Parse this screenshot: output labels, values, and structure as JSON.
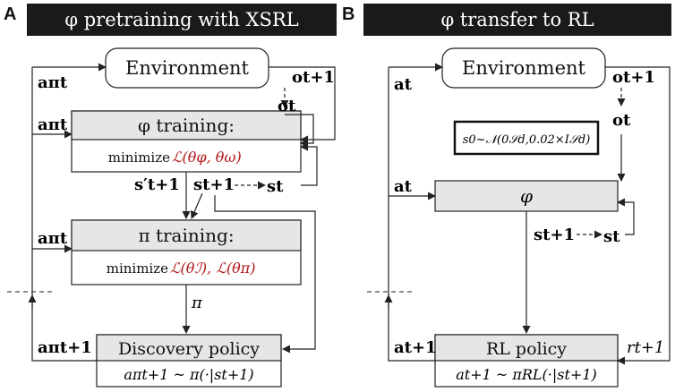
{
  "panel_a": {
    "letter": "A",
    "title": "φ pretraining with XSRL",
    "environment": "Environment",
    "phi_training_title": "φ training:",
    "phi_minimize_prefix": "minimize ",
    "phi_minimize_expr": "ℒ(θφ, θω)",
    "pi_training_title": "π training:",
    "pi_minimize_prefix": "minimize ",
    "pi_minimize_expr": "ℒ(θℐ), ℒ(θπ)",
    "discovery_title": "Discovery policy",
    "discovery_formula": "aπt+1 ~ π(·|st+1)",
    "labels": {
      "a_pi_t_1": "aπt",
      "a_pi_t_2": "aπt",
      "a_pi_t_3": "aπt",
      "a_pi_t1": "aπt+1",
      "o_t1": "ot+1",
      "o_t": "ot",
      "s_prime": "s′t+1",
      "s_t1": "st+1",
      "s_t": "st",
      "pi": "π"
    }
  },
  "panel_b": {
    "letter": "B",
    "title": "φ transfer to RL",
    "environment": "Environment",
    "init_box": "s0~𝒩(0𝒮d,0.02×I𝒮d)",
    "phi_box": "φ",
    "rl_title": "RL policy",
    "rl_formula": "at+1 ~ πRL(·|st+1)",
    "labels": {
      "a_t_1": "at",
      "a_t_2": "at",
      "a_t1": "at+1",
      "o_t1": "ot+1",
      "o_t": "ot",
      "s_t1": "st+1",
      "s_t": "st",
      "r_t1": "rt+1"
    }
  },
  "colors": {
    "header_bg": "#1a1a1a",
    "box_fill": "#e6e6e6",
    "red_expr": "#b01818"
  }
}
